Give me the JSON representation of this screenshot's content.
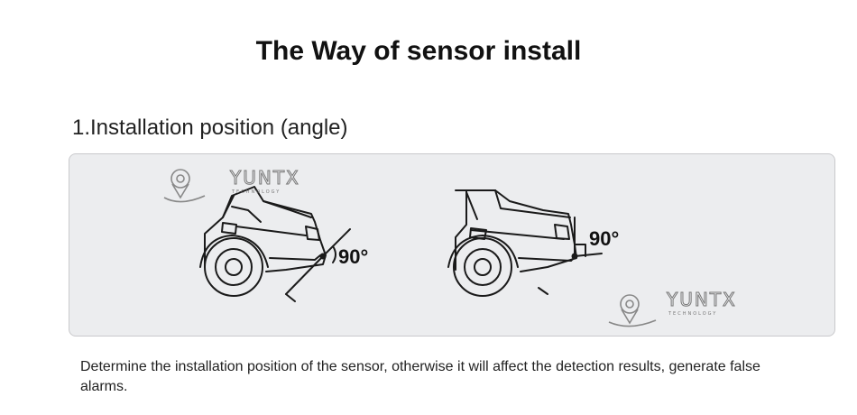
{
  "page": {
    "title": "The Way of sensor install",
    "section_heading": "1.Installation position (angle)",
    "note": "Determine the installation position of the sensor, otherwise it will affect the detection results, generate false alarms."
  },
  "figures": {
    "left_angle": "90°",
    "right_angle": "90°"
  },
  "watermark": {
    "brand": "YUNTX",
    "tagline": "TECHNOLOGY"
  },
  "colors": {
    "panel_background": "#ecedef",
    "panel_border": "#c9c9cc",
    "line_art": "#1a1a1a"
  }
}
